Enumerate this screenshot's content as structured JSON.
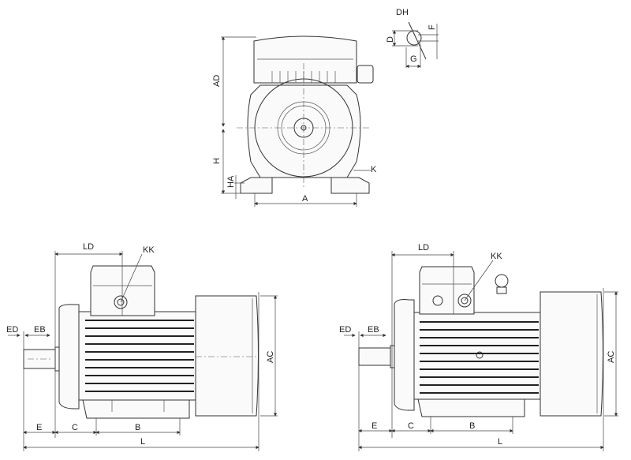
{
  "front_view": {
    "labels": {
      "AD": "AD",
      "H": "H",
      "HA": "HA",
      "A": "A",
      "K": "K"
    },
    "shaft_detail": {
      "DH": "DH",
      "D": "D",
      "F": "F",
      "G": "G"
    }
  },
  "side_view_left": {
    "labels": {
      "LD": "LD",
      "KK": "KK",
      "ED": "ED",
      "EB": "EB",
      "AC": "AC",
      "E": "E",
      "C": "C",
      "B": "B",
      "L": "L"
    }
  },
  "side_view_right": {
    "labels": {
      "LD": "LD",
      "KK": "KK",
      "ED": "ED",
      "EB": "EB",
      "AC": "AC",
      "E": "E",
      "C": "C",
      "B": "B",
      "L": "L"
    }
  }
}
